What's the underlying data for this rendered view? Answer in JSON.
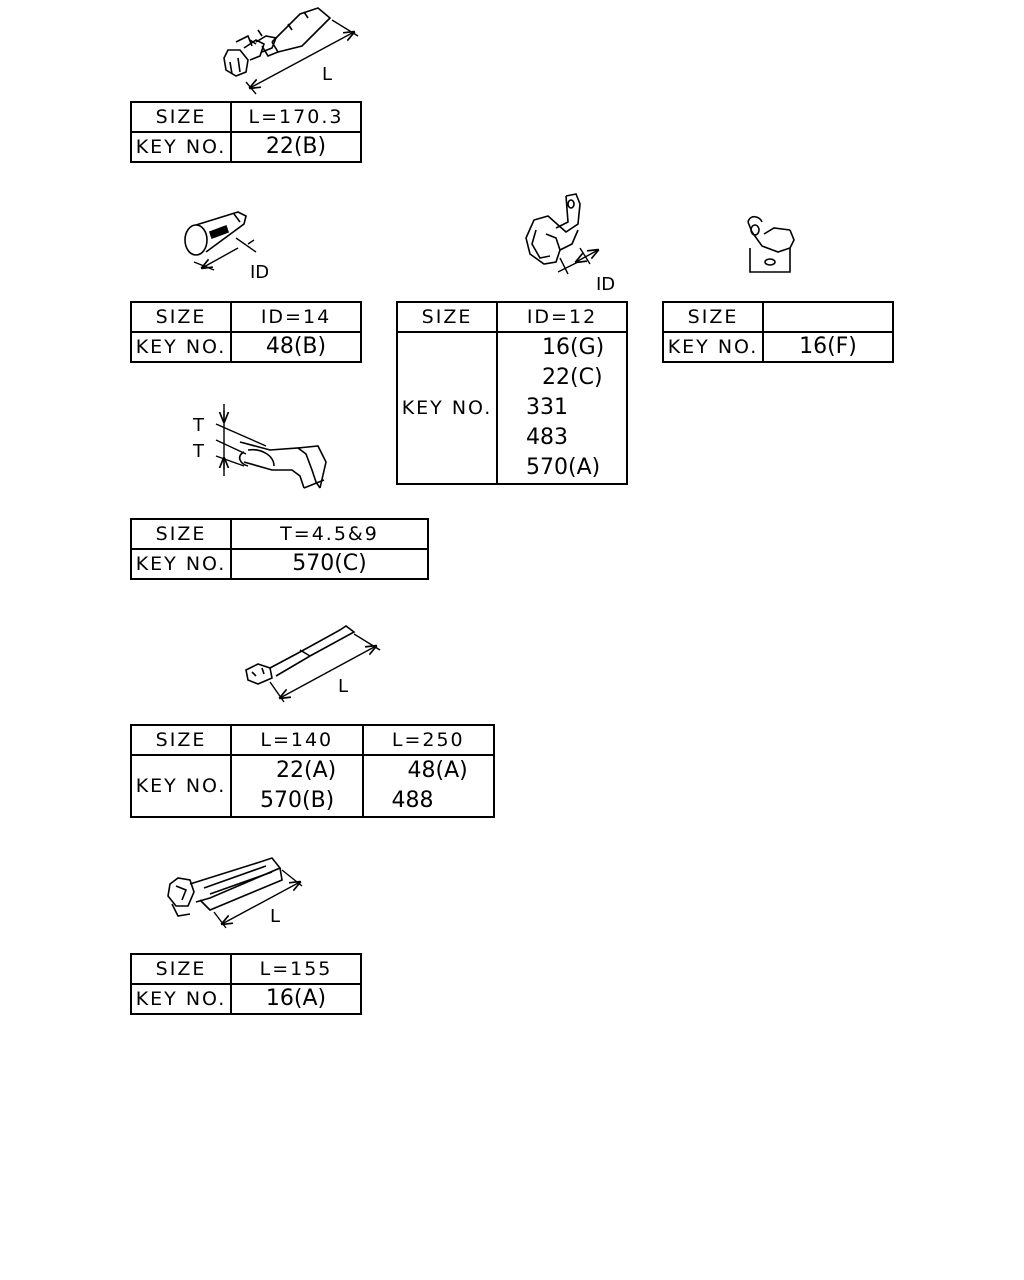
{
  "labels": {
    "size": "SIZE",
    "key_no": "KEY NO."
  },
  "parts": [
    {
      "dim_label": "L",
      "sizes": [
        "L=170.3"
      ],
      "key_numbers": [
        [
          "22(B)"
        ]
      ]
    },
    {
      "dim_label": "ID",
      "sizes": [
        "ID=14"
      ],
      "key_numbers": [
        [
          "48(B)"
        ]
      ]
    },
    {
      "dim_label": "ID",
      "sizes": [
        "ID=12"
      ],
      "key_numbers": [
        [
          "16(G)",
          "22(C)",
          "331",
          "483",
          "570(A)"
        ]
      ]
    },
    {
      "dim_label": "",
      "sizes": [
        ""
      ],
      "key_numbers": [
        [
          "16(F)"
        ]
      ]
    },
    {
      "dim_label": "T",
      "sizes": [
        "T=4.5&9"
      ],
      "key_numbers": [
        [
          "570(C)"
        ]
      ]
    },
    {
      "dim_label": "L",
      "sizes": [
        "L=140",
        "L=250"
      ],
      "key_numbers": [
        [
          "22(A)",
          "570(B)"
        ],
        [
          "48(A)",
          "488"
        ]
      ]
    },
    {
      "dim_label": "L",
      "sizes": [
        "L=155"
      ],
      "key_numbers": [
        [
          "16(A)"
        ]
      ]
    }
  ]
}
